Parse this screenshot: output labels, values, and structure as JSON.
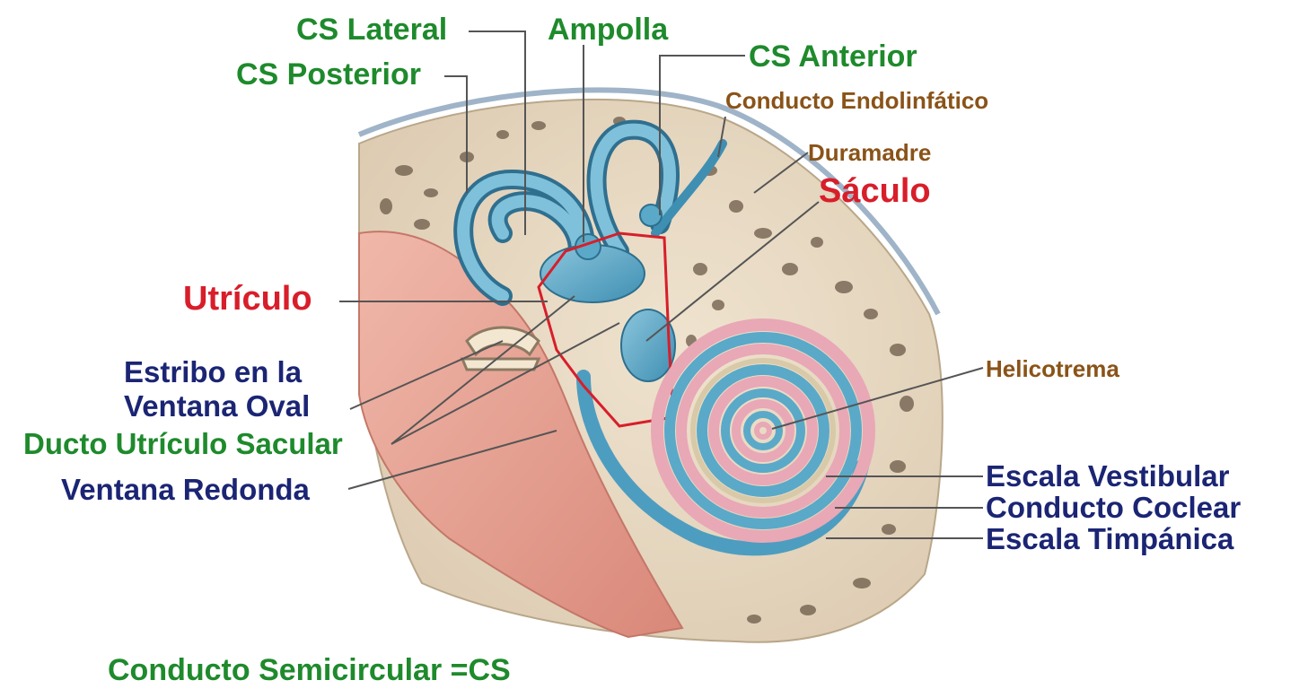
{
  "labels": {
    "cs_lateral": "CS Lateral",
    "ampolla": "Ampolla",
    "cs_anterior": "CS Anterior",
    "cs_posterior": "CS Posterior",
    "conducto_endolinfatico": "Conducto Endolinfático",
    "duramadre": "Duramadre",
    "saculo": "Sáculo",
    "utriculo": "Utrículo",
    "estribo_1": "Estribo en la",
    "estribo_2": "Ventana Oval",
    "ducto_utriculo_sacular": "Ducto Utrículo Sacular",
    "ventana_redonda": "Ventana Redonda",
    "helicotrema": "Helicotrema",
    "escala_vestibular": "Escala Vestibular",
    "conducto_coclear": "Conducto Coclear",
    "escala_timpanica": "Escala Timpánica",
    "footer": "Conducto Semicircular =CS"
  },
  "colors": {
    "green": "#1e8a2c",
    "red": "#d81e2a",
    "navy": "#1b2574",
    "brown": "#8a5318",
    "bone": "#e9dcc6",
    "bone_pore": "#6b5a48",
    "membranous": "#5aa9c8",
    "tissue": "#e2a295",
    "cochlea_pink": "#e8a8b6"
  }
}
